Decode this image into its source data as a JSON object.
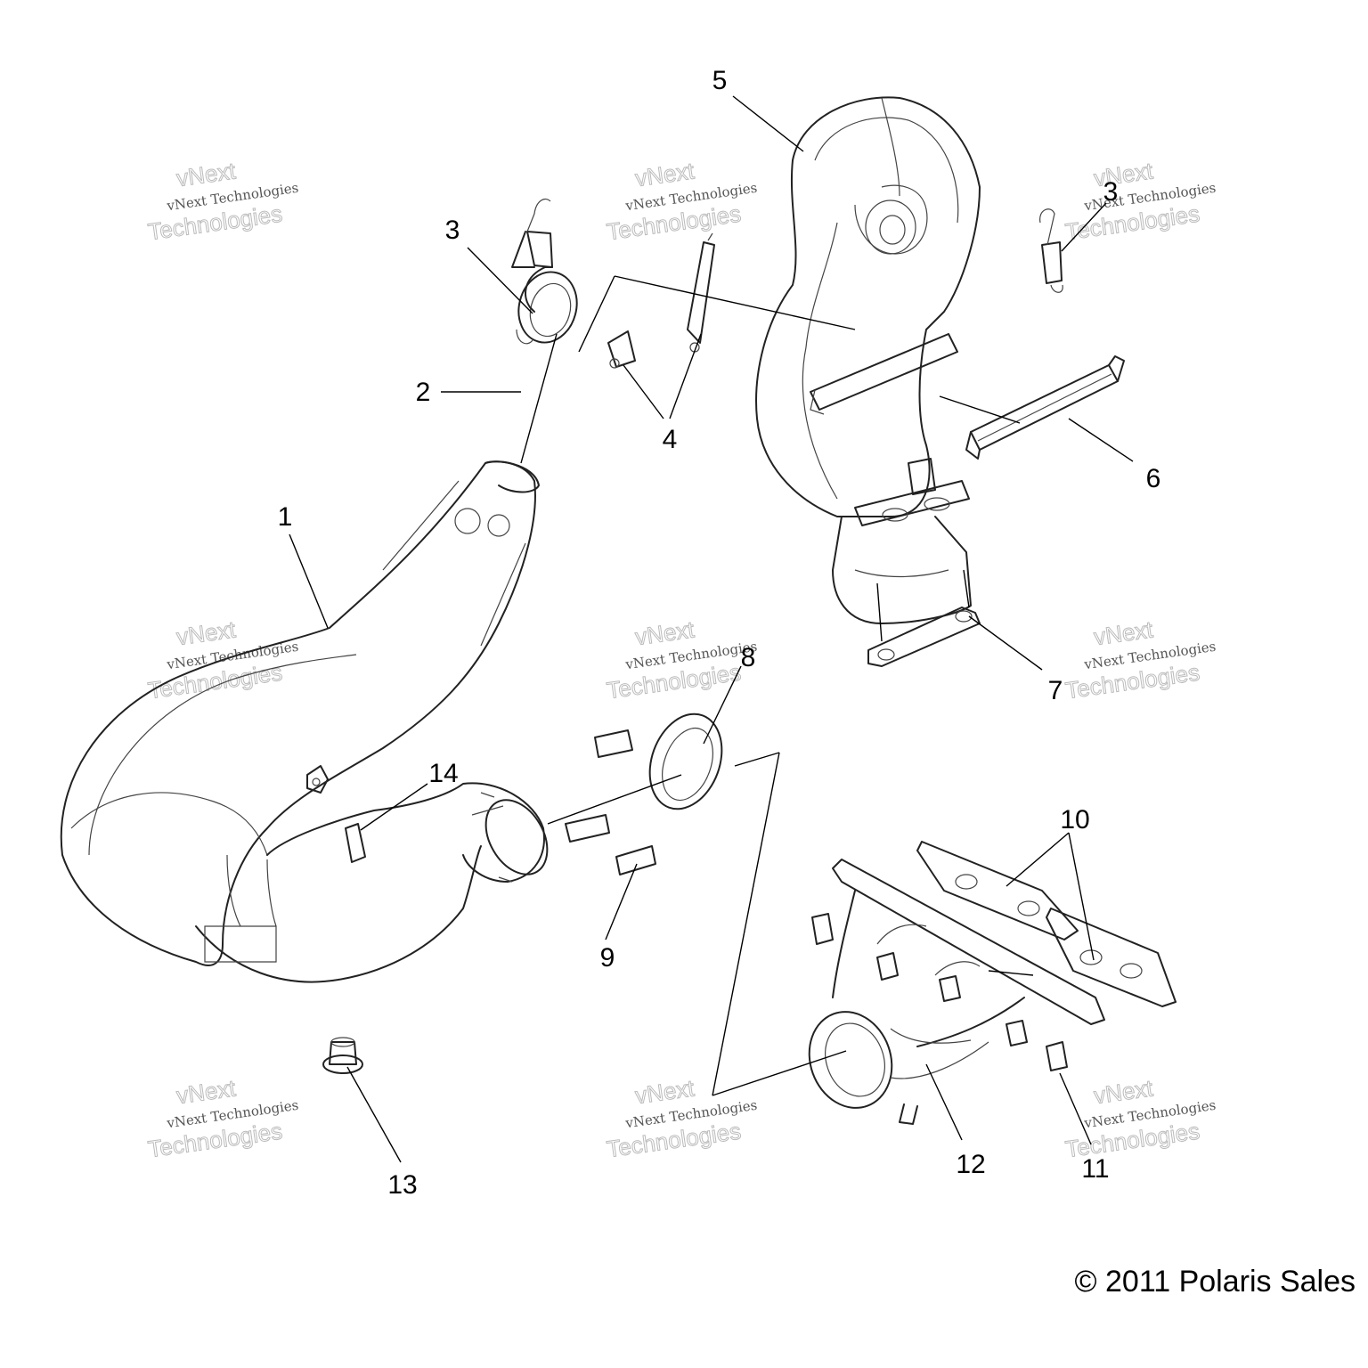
{
  "callouts": {
    "c1": "1",
    "c2": "2",
    "c3a": "3",
    "c3b": "3",
    "c4": "4",
    "c5": "5",
    "c6": "6",
    "c7": "7",
    "c8": "8",
    "c9": "9",
    "c10": "10",
    "c11": "11",
    "c12": "12",
    "c13": "13",
    "c14": "14"
  },
  "copyright": "© 2011 Polaris Sales",
  "watermark": {
    "line_top": "vNext",
    "line_small": "vNext Technologies",
    "line_big": "Technologies"
  }
}
